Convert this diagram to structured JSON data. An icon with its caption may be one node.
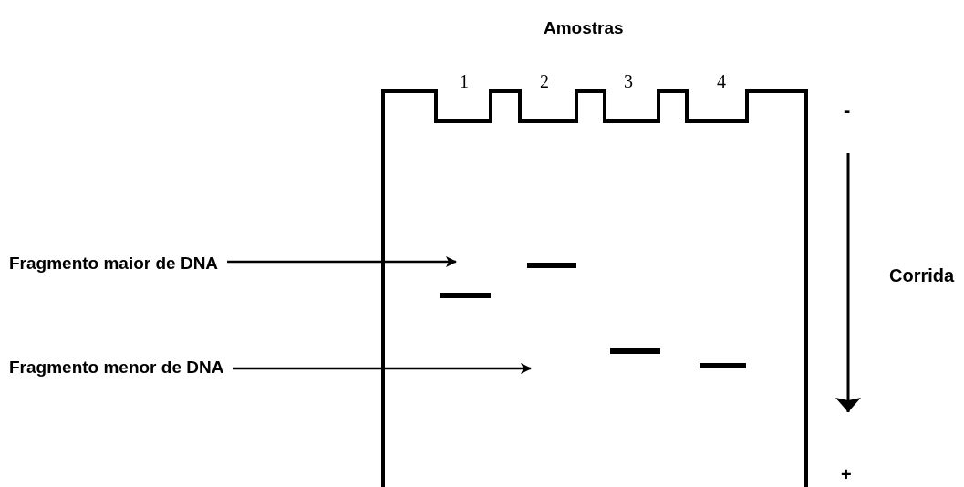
{
  "diagram": {
    "nodes": [
      {
        "text": [
          "Fragmento maior de DNA"
        ]
      },
      {
        "text": [
          "Fragmento menor de DNA"
        ]
      }
    ],
    "edges": [
      {
        "from": 0,
        "to": null,
        "arrow": "to"
      },
      {
        "from": 1,
        "to": null,
        "arrow": "to"
      }
    ],
    "labels": [
      "Amostras",
      "1",
      "2",
      "3",
      "4",
      "-",
      "Corrida",
      "+"
    ]
  }
}
